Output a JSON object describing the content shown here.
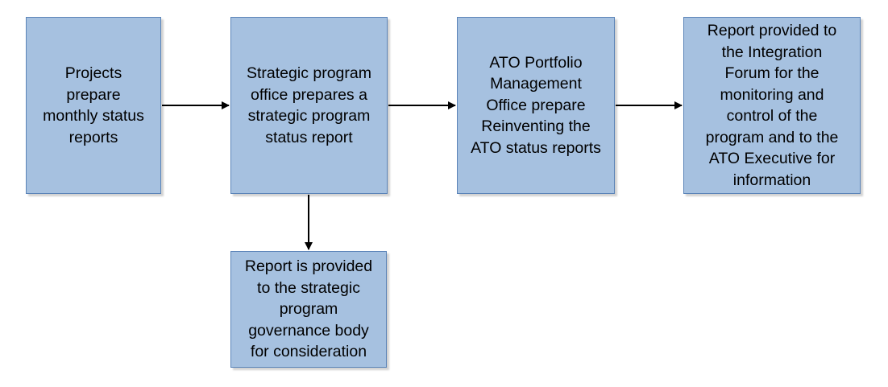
{
  "diagram": {
    "nodes": [
      {
        "id": "projects",
        "text": "Projects\nprepare\nmonthly status\nreports"
      },
      {
        "id": "strategic_office",
        "text": "Strategic program\noffice prepares a\nstrategic program\nstatus report"
      },
      {
        "id": "ato_pmo",
        "text": "ATO Portfolio\nManagement\nOffice prepare\nReinventing the\nATO status reports"
      },
      {
        "id": "integration_forum",
        "text": "Report provided to\nthe Integration\nForum for the\nmonitoring and\ncontrol of the\nprogram and to the\nATO Executive for\ninformation"
      },
      {
        "id": "governance_body",
        "text": "Report is provided\nto the strategic\nprogram\ngovernance body\nfor consideration"
      }
    ],
    "edges": [
      {
        "from": "projects",
        "to": "strategic_office"
      },
      {
        "from": "strategic_office",
        "to": "ato_pmo"
      },
      {
        "from": "ato_pmo",
        "to": "integration_forum"
      },
      {
        "from": "strategic_office",
        "to": "governance_body"
      }
    ],
    "colors": {
      "box_fill": "#a6c1e0",
      "box_border": "#5b84b8",
      "arrow": "#000000"
    }
  }
}
